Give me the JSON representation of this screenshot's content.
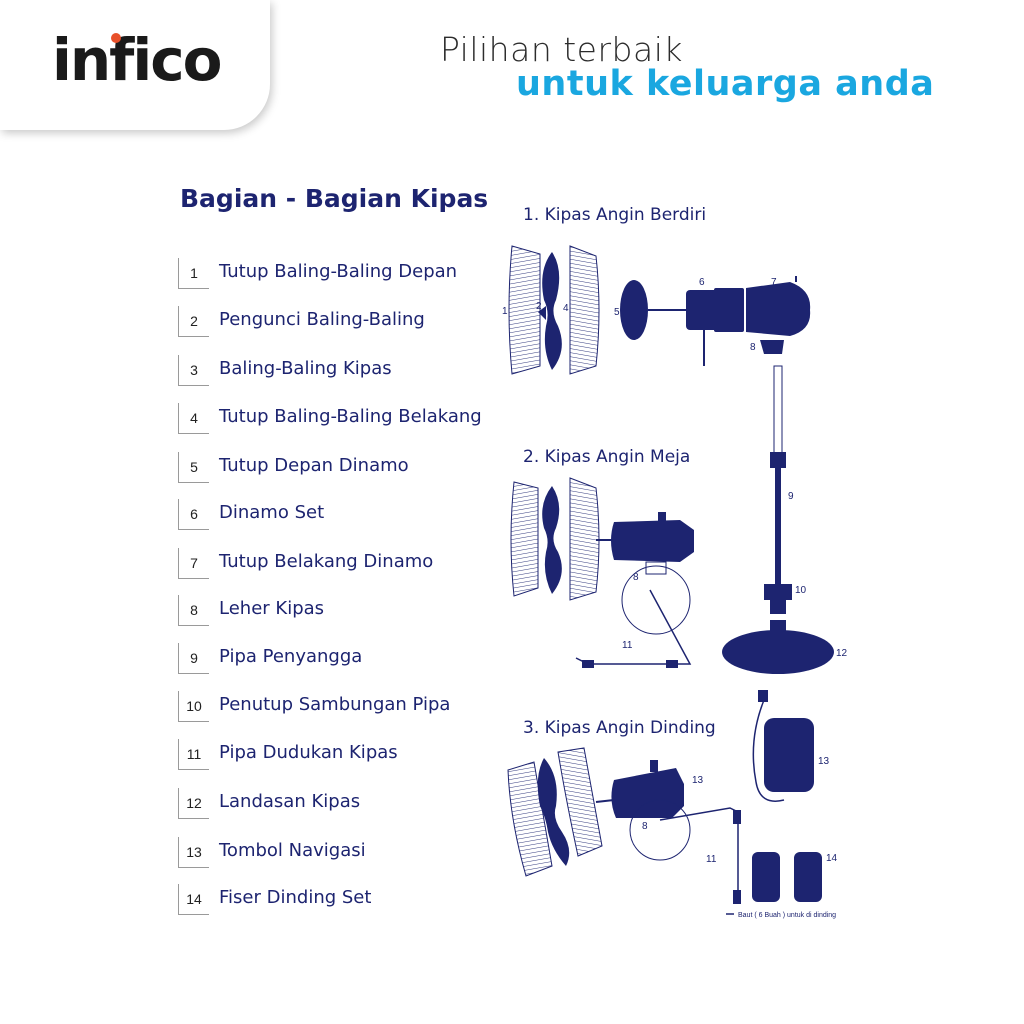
{
  "brand": {
    "logo_text": "infico"
  },
  "tagline": {
    "line1": "Pilihan terbaik",
    "line2": "untuk keluarga anda"
  },
  "parts": {
    "title": "Bagian - Bagian Kipas",
    "items": [
      {
        "number": "1",
        "label": "Tutup Baling-Baling Depan"
      },
      {
        "number": "2",
        "label": "Pengunci Baling-Baling"
      },
      {
        "number": "3",
        "label": "Baling-Baling Kipas"
      },
      {
        "number": "4",
        "label": "Tutup Baling-Baling Belakang"
      },
      {
        "number": "5",
        "label": "Tutup Depan Dinamo"
      },
      {
        "number": "6",
        "label": "Dinamo Set"
      },
      {
        "number": "7",
        "label": "Tutup Belakang Dinamo"
      },
      {
        "number": "8",
        "label": "Leher Kipas"
      },
      {
        "number": "9",
        "label": "Pipa Penyangga"
      },
      {
        "number": "10",
        "label": "Penutup Sambungan Pipa"
      },
      {
        "number": "11",
        "label": "Pipa Dudukan Kipas"
      },
      {
        "number": "12",
        "label": "Landasan Kipas"
      },
      {
        "number": "13",
        "label": "Tombol Navigasi"
      },
      {
        "number": "14",
        "label": "Fiser Dinding Set"
      }
    ]
  },
  "sections": {
    "standing": "1. Kipas Angin Berdiri",
    "table": "2. Kipas Angin Meja",
    "wall": "3. Kipas Angin Dinding"
  },
  "callouts": {
    "n1": "1",
    "n2": "2",
    "n4": "4",
    "n5": "5",
    "n6": "6",
    "n7": "7",
    "n8": "8",
    "n9": "9",
    "n10": "10",
    "n11": "11",
    "n12": "12",
    "n13": "13",
    "n14": "14"
  },
  "notes": {
    "bolt": "Baut ( 6 Buah ) untuk di dinding"
  },
  "colors": {
    "navy": "#1d2470",
    "accent": "#1aa7e0",
    "text_dark": "#1a1a1a",
    "logo_dot": "#e8502a"
  }
}
